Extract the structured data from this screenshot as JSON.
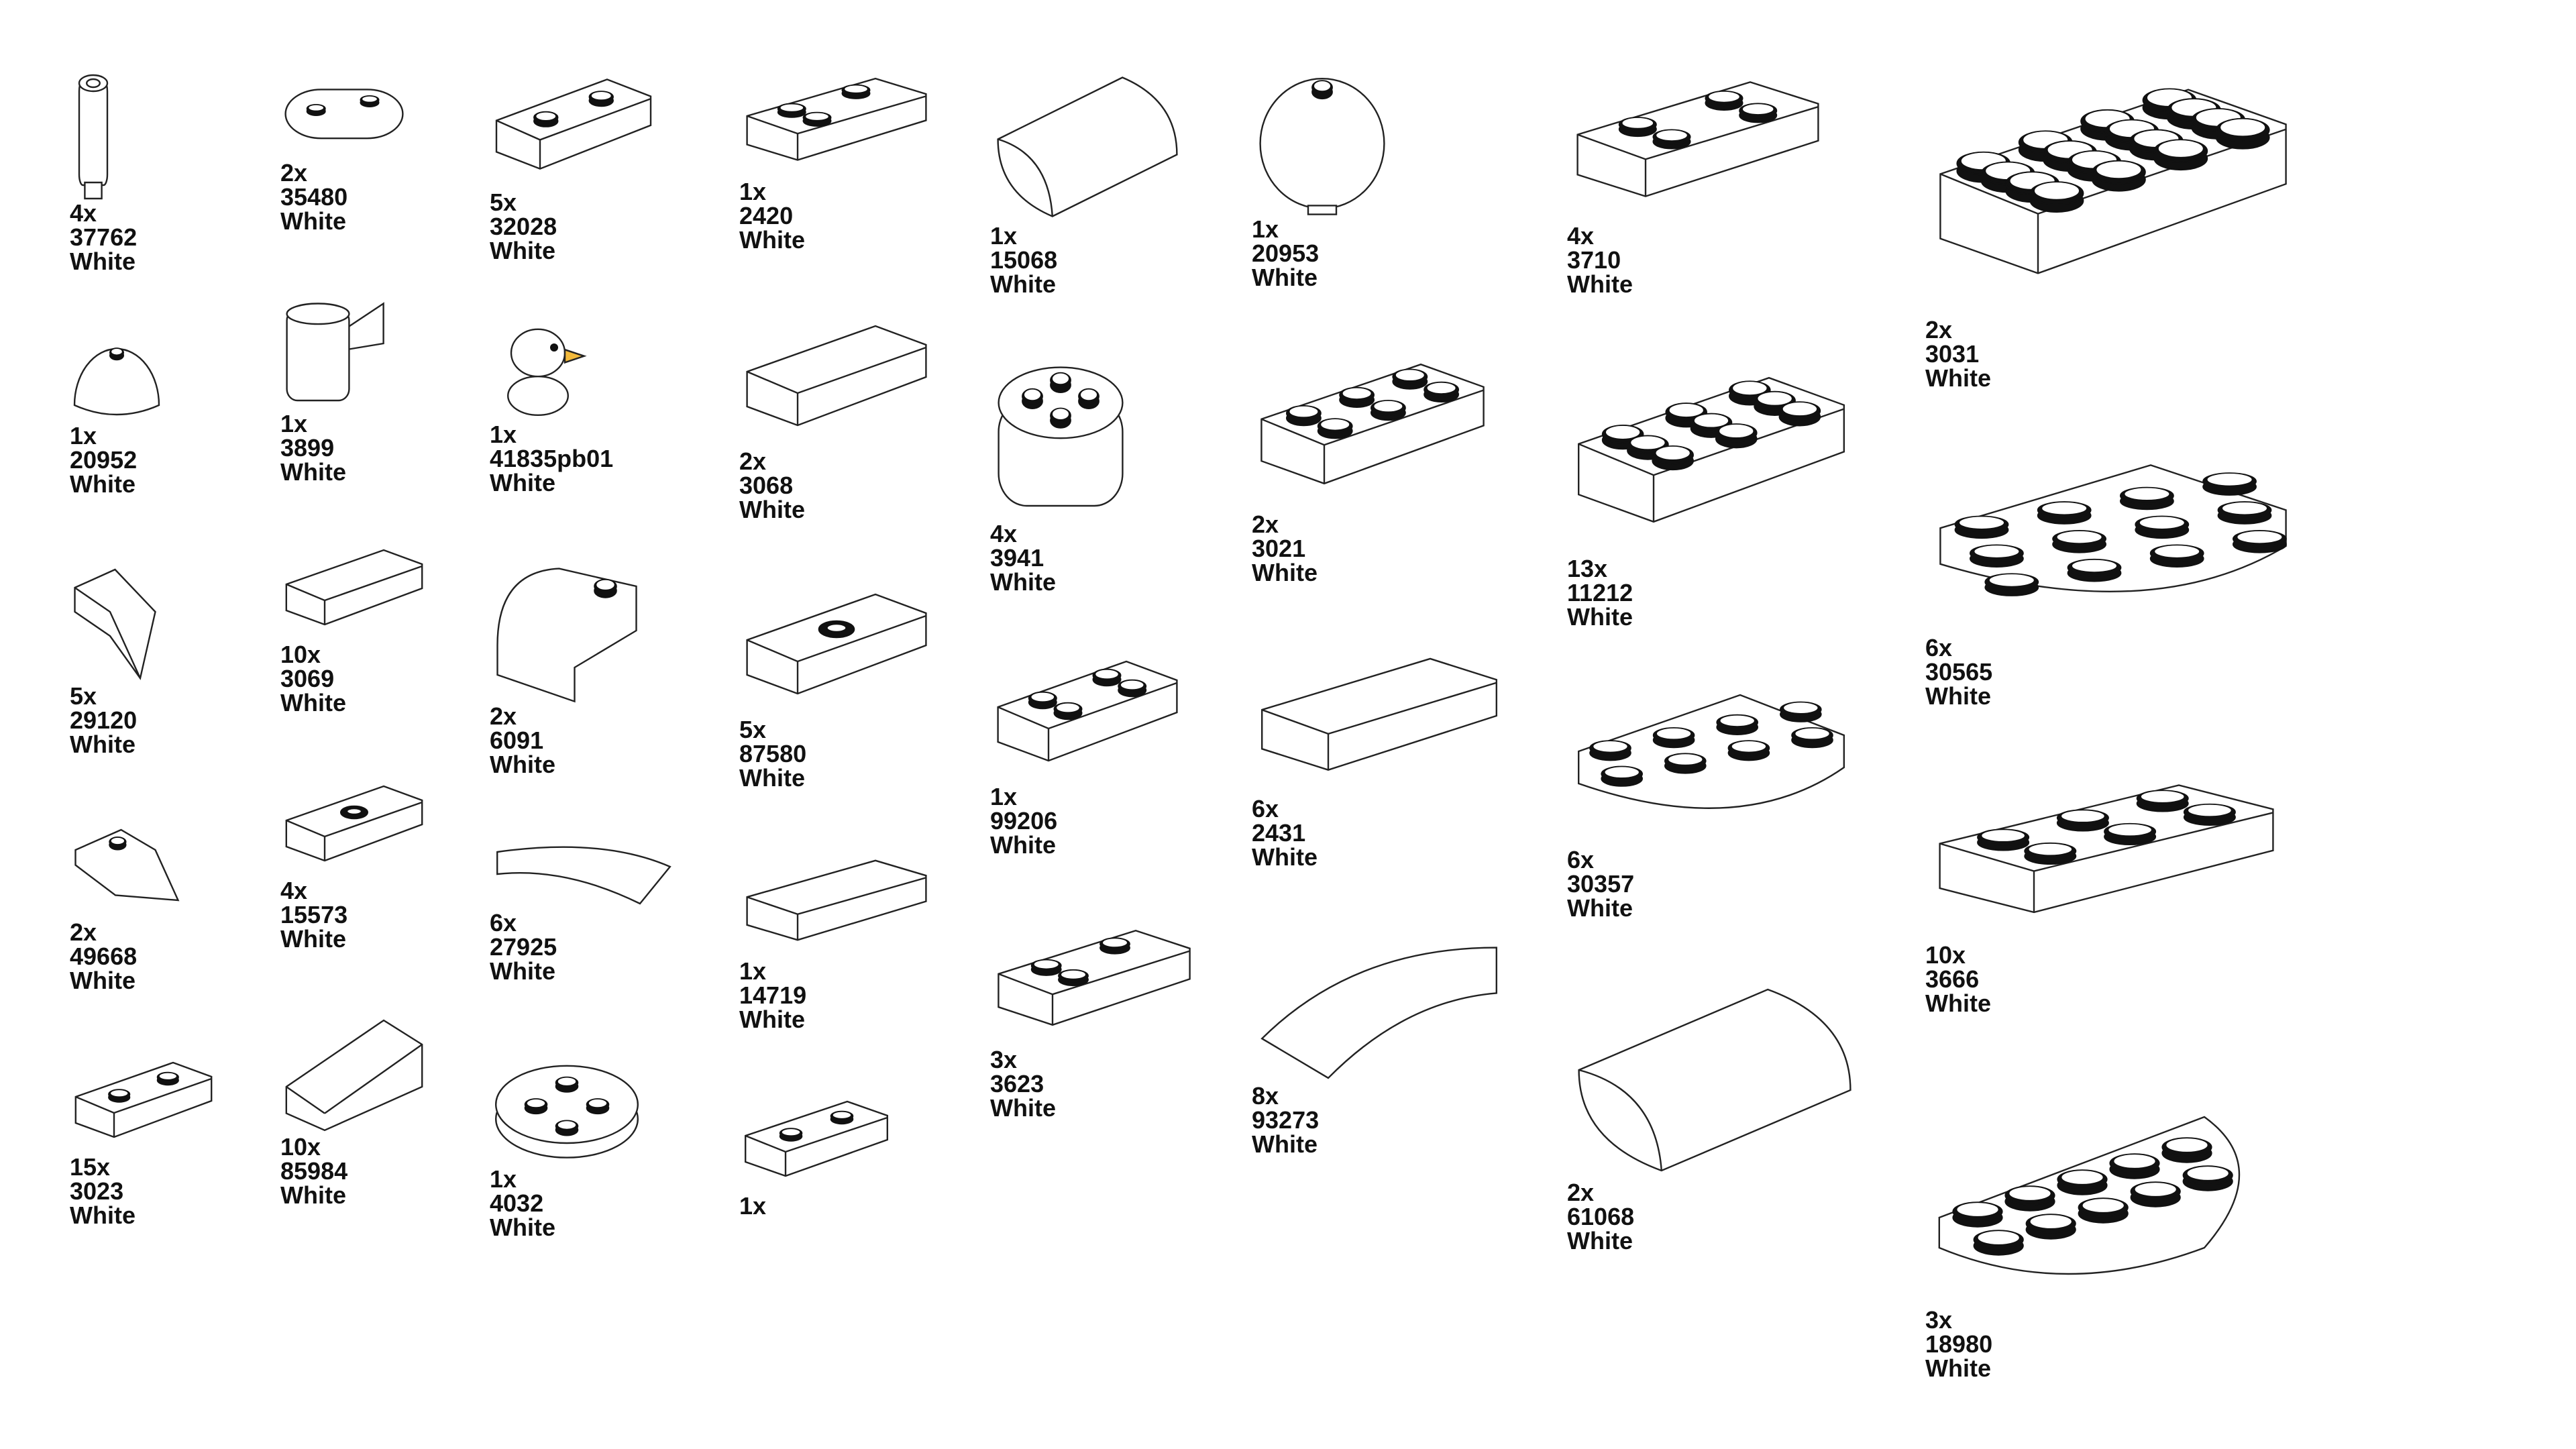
{
  "parts": [
    {
      "qty": "4x",
      "id": "37762",
      "color": "White",
      "shape": "cylinder-tall-icon"
    },
    {
      "qty": "1x",
      "id": "20952",
      "color": "White",
      "shape": "dome-icon"
    },
    {
      "qty": "5x",
      "id": "29120",
      "color": "White",
      "shape": "wedge-curved-icon"
    },
    {
      "qty": "2x",
      "id": "49668",
      "color": "White",
      "shape": "plate-tooth-icon"
    },
    {
      "qty": "15x",
      "id": "3023",
      "color": "White",
      "shape": "plate-1x2-icon"
    },
    {
      "qty": "2x",
      "id": "35480",
      "color": "White",
      "shape": "plate-rounded-1x2-icon"
    },
    {
      "qty": "1x",
      "id": "3899",
      "color": "White",
      "shape": "cup-icon"
    },
    {
      "qty": "10x",
      "id": "3069",
      "color": "White",
      "shape": "tile-1x2-icon"
    },
    {
      "qty": "4x",
      "id": "15573",
      "color": "White",
      "shape": "jumper-plate-icon"
    },
    {
      "qty": "10x",
      "id": "85984",
      "color": "White",
      "shape": "slope-1x2-icon"
    },
    {
      "qty": "5x",
      "id": "32028",
      "color": "White",
      "shape": "plate-door-rail-icon"
    },
    {
      "qty": "1x",
      "id": "41835pb01",
      "color": "White",
      "shape": "bird-icon"
    },
    {
      "qty": "2x",
      "id": "6091",
      "color": "White",
      "shape": "brick-curved-icon"
    },
    {
      "qty": "6x",
      "id": "27925",
      "color": "White",
      "shape": "tile-quarter-arc-icon"
    },
    {
      "qty": "1x",
      "id": "4032",
      "color": "White",
      "shape": "round-plate-2x2-icon"
    },
    {
      "qty": "1x",
      "id": "2420",
      "color": "White",
      "shape": "corner-plate-icon"
    },
    {
      "qty": "2x",
      "id": "3068",
      "color": "White",
      "shape": "tile-2x2-icon"
    },
    {
      "qty": "5x",
      "id": "87580",
      "color": "White",
      "shape": "jumper-2x2-icon"
    },
    {
      "qty": "1x",
      "id": "14719",
      "color": "White",
      "shape": "corner-tile-icon"
    },
    {
      "qty": "1x",
      "id": "",
      "color": "",
      "shape": "plate-with-bar-icon"
    },
    {
      "qty": "1x",
      "id": "15068",
      "color": "White",
      "shape": "curved-slope-2x2-icon"
    },
    {
      "qty": "4x",
      "id": "3941",
      "color": "White",
      "shape": "round-brick-2x2-icon"
    },
    {
      "qty": "1x",
      "id": "99206",
      "color": "White",
      "shape": "plate-side-studs-icon"
    },
    {
      "qty": "3x",
      "id": "3623",
      "color": "White",
      "shape": "plate-1x3-icon"
    },
    {
      "qty": "1x",
      "id": "20953",
      "color": "White",
      "shape": "sphere-icon"
    },
    {
      "qty": "2x",
      "id": "3021",
      "color": "White",
      "shape": "plate-2x3-icon"
    },
    {
      "qty": "6x",
      "id": "2431",
      "color": "White",
      "shape": "tile-1x4-icon"
    },
    {
      "qty": "8x",
      "id": "93273",
      "color": "White",
      "shape": "arch-slope-1x4-icon"
    },
    {
      "qty": "4x",
      "id": "3710",
      "color": "White",
      "shape": "plate-1x4-icon"
    },
    {
      "qty": "13x",
      "id": "11212",
      "color": "White",
      "shape": "plate-3x3-icon"
    },
    {
      "qty": "6x",
      "id": "30357",
      "color": "White",
      "shape": "round-corner-3x3-icon"
    },
    {
      "qty": "2x",
      "id": "61068",
      "color": "White",
      "shape": "curved-slope-2x4-icon"
    },
    {
      "qty": "2x",
      "id": "3031",
      "color": "White",
      "shape": "plate-4x4-icon"
    },
    {
      "qty": "6x",
      "id": "30565",
      "color": "White",
      "shape": "round-corner-4x4-icon"
    },
    {
      "qty": "10x",
      "id": "3666",
      "color": "White",
      "shape": "plate-1x6-icon"
    },
    {
      "qty": "3x",
      "id": "18980",
      "color": "White",
      "shape": "half-round-plate-icon"
    }
  ]
}
